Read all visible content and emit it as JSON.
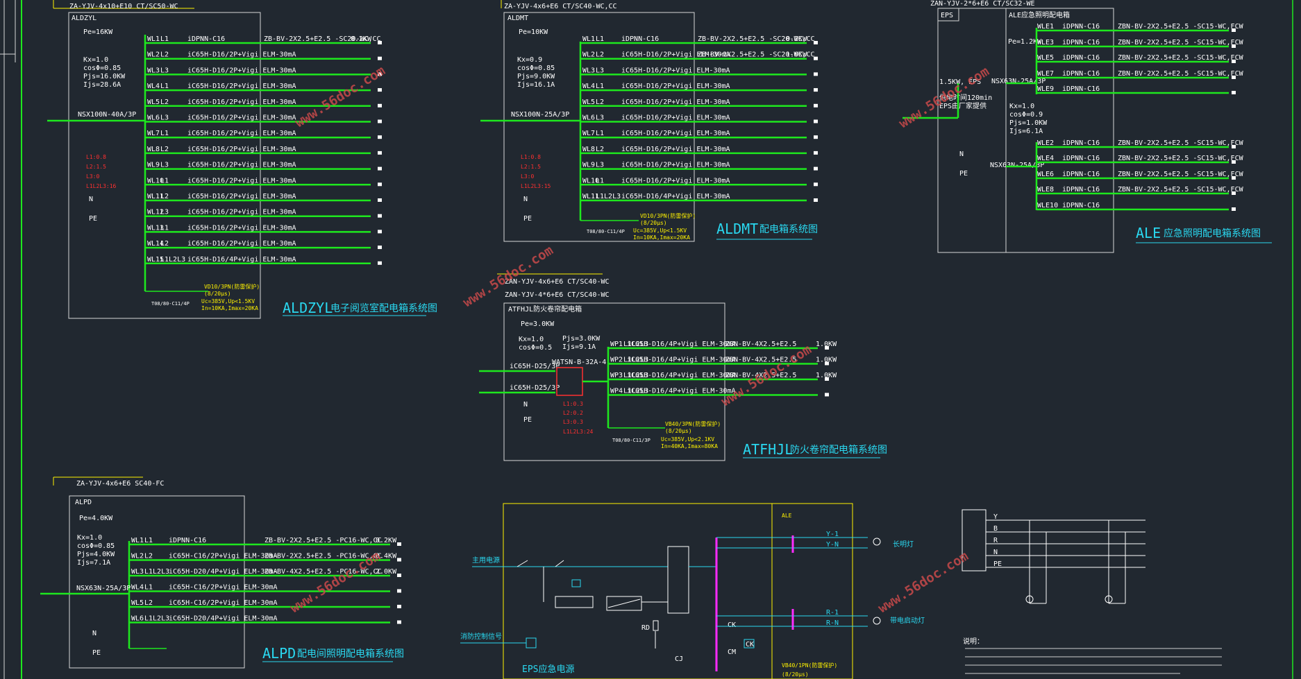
{
  "aldzyl": {
    "feeder_top": "ZA-YJV-4x10+E10 CT/SC50-WC",
    "name": "ALDZYL",
    "pe": "Pe=16KW",
    "kx": "Kx=1.0",
    "cos": "cosΦ=0.85",
    "pjs": "Pjs=16.0KW",
    "ijs": "Ijs=28.6A",
    "main_breaker": "NSX100N-40A/3P",
    "loads": [
      "L1:0.8",
      "L2:1.5",
      "L3:0",
      "L1L2L3:16"
    ],
    "n": "N",
    "pe_bar": "PE",
    "circuits": [
      {
        "id": "WL1",
        "phase": "L1",
        "breaker": "iDPNN-C16",
        "cable": "ZB-BV-2X2.5+E2.5 -SC20-WC,CC",
        "kw": "0.2KW"
      },
      {
        "id": "WL2",
        "phase": "L2",
        "breaker": "iC65H-D16/2P+Vigi ELM-30mA"
      },
      {
        "id": "WL3",
        "phase": "L3",
        "breaker": "iC65H-D16/2P+Vigi ELM-30mA"
      },
      {
        "id": "WL4",
        "phase": "L1",
        "breaker": "iC65H-D16/2P+Vigi ELM-30mA"
      },
      {
        "id": "WL5",
        "phase": "L2",
        "breaker": "iC65H-D16/2P+Vigi ELM-30mA"
      },
      {
        "id": "WL6",
        "phase": "L3",
        "breaker": "iC65H-D16/2P+Vigi ELM-30mA"
      },
      {
        "id": "WL7",
        "phase": "L1",
        "breaker": "iC65H-D16/2P+Vigi ELM-30mA"
      },
      {
        "id": "WL8",
        "phase": "L2",
        "breaker": "iC65H-D16/2P+Vigi ELM-30mA"
      },
      {
        "id": "WL9",
        "phase": "L3",
        "breaker": "iC65H-D16/2P+Vigi ELM-30mA"
      },
      {
        "id": "WL10",
        "phase": "L1",
        "breaker": "iC65H-D16/2P+Vigi ELM-30mA"
      },
      {
        "id": "WL11",
        "phase": "L2",
        "breaker": "iC65H-D16/2P+Vigi ELM-30mA"
      },
      {
        "id": "WL12",
        "phase": "L3",
        "breaker": "iC65H-D16/2P+Vigi ELM-30mA"
      },
      {
        "id": "WL13",
        "phase": "L1",
        "breaker": "iC65H-D16/2P+Vigi ELM-30mA"
      },
      {
        "id": "WL14",
        "phase": "L2",
        "breaker": "iC65H-D16/2P+Vigi ELM-30mA"
      },
      {
        "id": "WL15",
        "phase": "L1L2L3",
        "breaker": "iC65H-D16/4P+Vigi ELM-30mA"
      }
    ],
    "spd_breaker": "T08/80-C11/4P",
    "spd": [
      "VD10/3PN(防雷保护)",
      "(8/20μs)",
      "Uc=385V,Up<1.5KV",
      "In=10KA,Imax=20KA"
    ],
    "title_code": "ALDZYL",
    "title_text": "电子阅览室配电箱系统图"
  },
  "aldmt": {
    "feeder_top": "ZA-YJV-4x6+E6 CT/SC40-WC,CC",
    "name": "ALDMT",
    "pe": "Pe=10KW",
    "kx": "Kx=0.9",
    "cos": "cosΦ=0.85",
    "pjs": "Pjs=9.0KW",
    "ijs": "Ijs=16.1A",
    "main_breaker": "NSX100N-25A/3P",
    "loads": [
      "L1:0.8",
      "L2:1.5",
      "L3:0",
      "L1L2L3:15"
    ],
    "n": "N",
    "pe_bar": "PE",
    "circuits": [
      {
        "id": "WL1",
        "phase": "L1",
        "breaker": "iDPNN-C16",
        "cable": "ZB-BV-2X2.5+E2.5 -SC20-WC,CC",
        "kw": "0.2KW"
      },
      {
        "id": "WL2",
        "phase": "L2",
        "breaker": "iC65H-D16/2P+Vigi ELM-30mA",
        "cable": "ZB-BV-2X2.5+E2.5 -SC20-WC,CC",
        "kw": "1.0KW"
      },
      {
        "id": "WL3",
        "phase": "L3",
        "breaker": "iC65H-D16/2P+Vigi ELM-30mA"
      },
      {
        "id": "WL4",
        "phase": "L1",
        "breaker": "iC65H-D16/2P+Vigi ELM-30mA"
      },
      {
        "id": "WL5",
        "phase": "L2",
        "breaker": "iC65H-D16/2P+Vigi ELM-30mA"
      },
      {
        "id": "WL6",
        "phase": "L3",
        "breaker": "iC65H-D16/2P+Vigi ELM-30mA"
      },
      {
        "id": "WL7",
        "phase": "L1",
        "breaker": "iC65H-D16/2P+Vigi ELM-30mA"
      },
      {
        "id": "WL8",
        "phase": "L2",
        "breaker": "iC65H-D16/2P+Vigi ELM-30mA"
      },
      {
        "id": "WL9",
        "phase": "L3",
        "breaker": "iC65H-D16/2P+Vigi ELM-30mA"
      },
      {
        "id": "WL10",
        "phase": "L1",
        "breaker": "iC65H-D16/2P+Vigi ELM-30mA"
      },
      {
        "id": "WL11",
        "phase": "L1L2L3",
        "breaker": "iC65H-D16/4P+Vigi ELM-30mA"
      }
    ],
    "spd_breaker": "T08/80-C11/4P",
    "spd": [
      "VD10/3PN(防雷保护)",
      "(8/20μs)",
      "Uc=385V,Up<1.5KV",
      "In=10KA,Imax=20KA"
    ],
    "title_code": "ALDMT",
    "title_text": "配电箱系统图"
  },
  "ale": {
    "feeder_top": "ZAN-YJV-2*6+E6 CT/SC32-WE",
    "eps": "EPS",
    "name": "ALE应急照明配电箱",
    "pe": "Pe=1.2KW",
    "eps_spec": "1.5KW, EPS",
    "eps_note": "供电时间120min",
    "eps_maker": "EPS由厂家提供",
    "kx": "Kx=1.0",
    "cos": "cosΦ=0.9",
    "pjs": "Pjs=1.0KW",
    "ijs": "Ijs=6.1A",
    "n": "N",
    "pe_bar": "PE",
    "breaker_top": "NSX63N-25A/3P",
    "breaker_bot": "NSX63N-25A/3P",
    "circuits": [
      {
        "id": "WLE1",
        "breaker": "iDPNN-C16",
        "cable": "ZBN-BV-2X2.5+E2.5 -SC15-WC,FCW"
      },
      {
        "id": "WLE3",
        "breaker": "iDPNN-C16",
        "cable": "ZBN-BV-2X2.5+E2.5 -SC15-WC,FCW"
      },
      {
        "id": "WLE5",
        "breaker": "iDPNN-C16",
        "cable": "ZBN-BV-2X2.5+E2.5 -SC15-WC,FCW"
      },
      {
        "id": "WLE7",
        "breaker": "iDPNN-C16",
        "cable": "ZBN-BV-2X2.5+E2.5 -SC15-WC,FCW"
      },
      {
        "id": "WLE9",
        "breaker": "iDPNN-C16"
      },
      {
        "id": "WLE2",
        "breaker": "iDPNN-C16",
        "cable": "ZBN-BV-2X2.5+E2.5 -SC15-WC,FCW"
      },
      {
        "id": "WLE4",
        "breaker": "iDPNN-C16",
        "cable": "ZBN-BV-2X2.5+E2.5 -SC15-WC,FCW"
      },
      {
        "id": "WLE6",
        "breaker": "iDPNN-C16",
        "cable": "ZBN-BV-2X2.5+E2.5 -SC15-WC,FCW"
      },
      {
        "id": "WLE8",
        "breaker": "iDPNN-C16",
        "cable": "ZBN-BV-2X2.5+E2.5 -SC15-WC,FCW"
      },
      {
        "id": "WLE10",
        "breaker": "iDPNN-C16"
      }
    ],
    "title_code": "ALE",
    "title_text": "应急照明配电箱系统图"
  },
  "atfhjl": {
    "feeder_1": "ZAN-YJV-4x6+E6 CT/SC40-WC",
    "feeder_2": "ZAN-YJV-4*6+E6 CT/SC40-WC",
    "name": "ATFHJL防火卷帘配电箱",
    "pe": "Pe=3.0KW",
    "kx": "Kx=1.0",
    "cos": "cosΦ=0.5",
    "pjs": "Pjs=3.0KW",
    "ijs": "Ijs=9.1A",
    "main_1": "iC65H-D25/3P",
    "main_2": "iC65H-D25/3P",
    "ats": "WATSN-B-32A-4",
    "loads": [
      "L1:0.3",
      "L2:0.2",
      "L3:0.3",
      "L1L2L3:24"
    ],
    "n": "N",
    "pe_bar": "PE",
    "circuits": [
      {
        "id": "WP1",
        "phase": "L1L2L3",
        "breaker": "iC65H-D16/4P+Vigi ELM-30mA",
        "cable": "ZBN-BV-4X2.5+E2.5",
        "kw": "1.0KW"
      },
      {
        "id": "WP2",
        "phase": "L1L2L3",
        "breaker": "iC65H-D16/4P+Vigi ELM-30mA",
        "cable": "ZBN-BV-4X2.5+E2.5",
        "kw": "1.0KW"
      },
      {
        "id": "WP3",
        "phase": "L1L2L3",
        "breaker": "iC65H-D16/4P+Vigi ELM-30mA",
        "cable": "ZBN-BV-4X2.5+E2.5",
        "kw": "1.0KW"
      },
      {
        "id": "WP4",
        "phase": "L1L2L3",
        "breaker": "iC65H-D16/4P+Vigi ELM-30mA"
      }
    ],
    "spd_breaker": "T08/80-C11/3P",
    "spd": [
      "VB40/3PN(防雷保护)",
      "(8/20μs)",
      "Uc=385V,Up<2.1KV",
      "In=40KA,Imax=80KA"
    ],
    "title_code": "ATFHJL",
    "title_text": "防火卷帘配电箱系统图"
  },
  "alpd": {
    "feeder_top": "ZA-YJV-4x6+E6 SC40-FC",
    "name": "ALPD",
    "pe": "Pe=4.0KW",
    "kx": "Kx=1.0",
    "cos": "cosΦ=0.85",
    "pjs": "Pjs=4.0KW",
    "ijs": "Ijs=7.1A",
    "main_breaker": "NSX63N-25A/3P",
    "n": "N",
    "pe_bar": "PE",
    "circuits": [
      {
        "id": "WL1",
        "phase": "L1",
        "breaker": "iDPNN-C16",
        "cable": "ZB-BV-2X2.5+E2.5 -PC16-WC,CC",
        "kw": "0.2KW"
      },
      {
        "id": "WL2",
        "phase": "L2",
        "breaker": "iC65H-C16/2P+Vigi ELM-30mA",
        "cable": "ZB-BV-2X2.5+E2.5 -PC16-WC,CC",
        "kw": "0.4KW"
      },
      {
        "id": "WL3",
        "phase": "L1L2L3",
        "breaker": "iC65H-D20/4P+Vigi ELM-30mA",
        "cable": "ZB-BV-4X2.5+E2.5 -PC16-WC,CC",
        "kw": "2.0KW"
      },
      {
        "id": "WL4",
        "phase": "L1",
        "breaker": "iC65H-C16/2P+Vigi ELM-30mA"
      },
      {
        "id": "WL5",
        "phase": "L2",
        "breaker": "iC65H-C16/2P+Vigi ELM-30mA"
      },
      {
        "id": "WL6",
        "phase": "L1L2L3",
        "breaker": "iC65H-D20/4P+Vigi ELM-30mA"
      }
    ],
    "title_code": "ALPD",
    "title_text": "配电间照明配电箱系统图"
  },
  "eps": {
    "ale": "ALE",
    "main_power": "主用电源",
    "fire_signal": "消防控制信号",
    "rd": "RD",
    "ck": "CK",
    "cm": "CM",
    "cj": "CJ",
    "ck2": "CK",
    "y1": "Y-1",
    "yn": "Y-N",
    "r1": "R-1",
    "rn": "R-N",
    "long_light": "长明灯",
    "emergency_light": "带电启动灯",
    "title": "EPS应急电源",
    "spd": [
      "VB40/1PN(防雷保护)",
      "(8/20μs)"
    ]
  },
  "wiring": {
    "labels": [
      "Y",
      "B",
      "R",
      "N",
      "PE"
    ],
    "notes": "说明："
  },
  "watermark": "www.56doc.com"
}
